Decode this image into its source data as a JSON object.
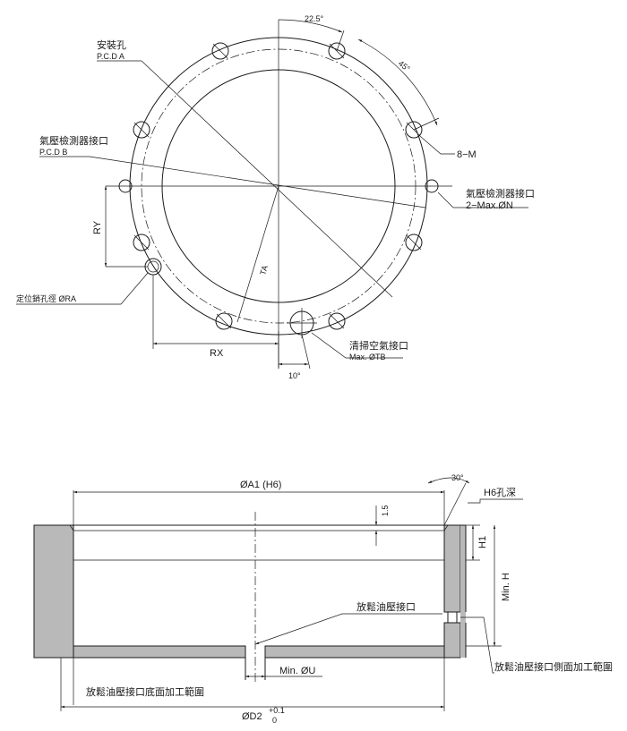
{
  "top_view": {
    "angle_22_5": "22.5°",
    "angle_45": "45°",
    "angle_10": "10°",
    "mount_hole_label": "安裝孔",
    "mount_hole_pcd": "P.C.D  A",
    "sensor_port_label_left": "氣壓檢測器接口",
    "sensor_pcd": "P.C.D  B",
    "bolt_count": "8−M",
    "sensor_port_label_right": "氣壓檢測器接口",
    "sensor_port_size": "2−Max.ØN",
    "dowel_label": "定位銷孔徑  ØRA",
    "ry_label": "RY",
    "rx_label": "RX",
    "ta_label": "TA",
    "purge_port_label": "清掃空氣接口",
    "purge_port_size": "Max. ØTB"
  },
  "section_view": {
    "bore_dim": "ØA1 (H6)",
    "chamfer_angle": "30°",
    "chamfer_depth": "1.5",
    "h6_depth_label": "H6孔深",
    "h1_label": "H1",
    "min_h_label": "Min. H",
    "release_port_label": "放鬆油壓接口",
    "min_u_label": "Min. ØU",
    "side_machining_label": "放鬆油壓接口側面加工範圍",
    "bottom_machining_label": "放鬆油壓接口底面加工範圍",
    "d2_label": "ØD2",
    "d2_tol_upper": "+0.1",
    "d2_tol_lower": "0"
  }
}
